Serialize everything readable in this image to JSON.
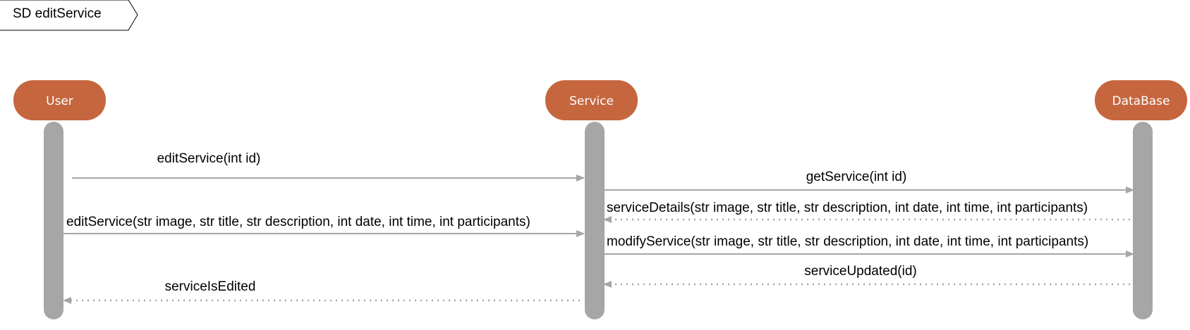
{
  "frame": {
    "title": "SD editService"
  },
  "participants": [
    {
      "id": "user",
      "label": "User"
    },
    {
      "id": "service",
      "label": "Service"
    },
    {
      "id": "database",
      "label": "DataBase"
    }
  ],
  "messages": [
    {
      "id": "m1",
      "label": "editService(int id)",
      "from": "user",
      "to": "service",
      "kind": "call"
    },
    {
      "id": "m2",
      "label": "getService(int id)",
      "from": "service",
      "to": "database",
      "kind": "call"
    },
    {
      "id": "m3",
      "label": "serviceDetails(str image, str title, str description, int date, int time, int participants)",
      "from": "database",
      "to": "service",
      "kind": "return"
    },
    {
      "id": "m4",
      "label": "editService(str image, str title, str description, int date, int time, int participants)",
      "from": "user",
      "to": "service",
      "kind": "call"
    },
    {
      "id": "m5",
      "label": "modifyService(str image, str title, str description, int date, int time, int participants)",
      "from": "service",
      "to": "database",
      "kind": "call"
    },
    {
      "id": "m6",
      "label": "serviceUpdated(id)",
      "from": "database",
      "to": "service",
      "kind": "return"
    },
    {
      "id": "m7",
      "label": "serviceIsEdited",
      "from": "service",
      "to": "user",
      "kind": "return"
    }
  ],
  "colors": {
    "participant_fill": "#c5663f",
    "lifeline": "#a6a6a6",
    "arrow": "#a6a6a6",
    "frame_border": "#000000"
  }
}
